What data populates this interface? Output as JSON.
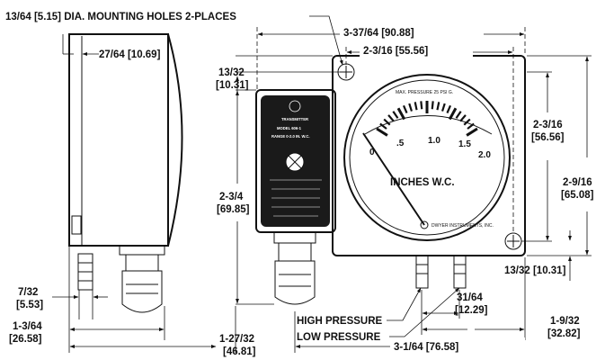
{
  "callouts": {
    "mounting_holes": "13/64 [5.15] DIA. MOUNTING HOLES 2-PLACES",
    "high_pressure": "HIGH PRESSURE",
    "low_pressure": "LOW PRESSURE"
  },
  "dimensions": {
    "side_depth": "27/64 [10.69]",
    "overall_width": "3-37/64 [90.88]",
    "hole_spacing": "2-3/16 [55.56]",
    "hole_offset_top": "13/32",
    "hole_offset_top_mm": "[10.31]",
    "transmitter_height": "2-3/4",
    "transmitter_height_mm": "[69.85]",
    "vertical_hole_spacing": "2-3/16",
    "vertical_hole_spacing_mm": "[56.56]",
    "overall_height": "2-9/16",
    "overall_height_mm": "[65.08]",
    "hole_offset_bottom": "13/32 [10.31]",
    "fitting_offset": "7/32",
    "fitting_offset_mm": "[5.53]",
    "side_fitting": "1-3/64",
    "side_fitting_mm": "[26.58]",
    "side_total": "1-27/32",
    "side_total_mm": "[46.81]",
    "port_spacing": "31/64",
    "port_spacing_mm": "[12.29]",
    "port_to_edge": "1-9/32",
    "port_to_edge_mm": "[32.82]",
    "bottom_span": "3-1/64 [76.58]"
  },
  "gauge": {
    "scale_labels": [
      "0",
      ".5",
      "1.0",
      "1.5",
      "2.0"
    ],
    "units": "INCHES W.C.",
    "max_pressure_note": "MAX. PRESSURE 25 PSI G.",
    "brand_note": "DWYER INSTRUMENTS, INC."
  },
  "transmitter_plate": {
    "line1": "TRANSMITTER",
    "line2": "MODEL 606-1",
    "line3": "RANGE 0-2.0 IN. W.C."
  }
}
